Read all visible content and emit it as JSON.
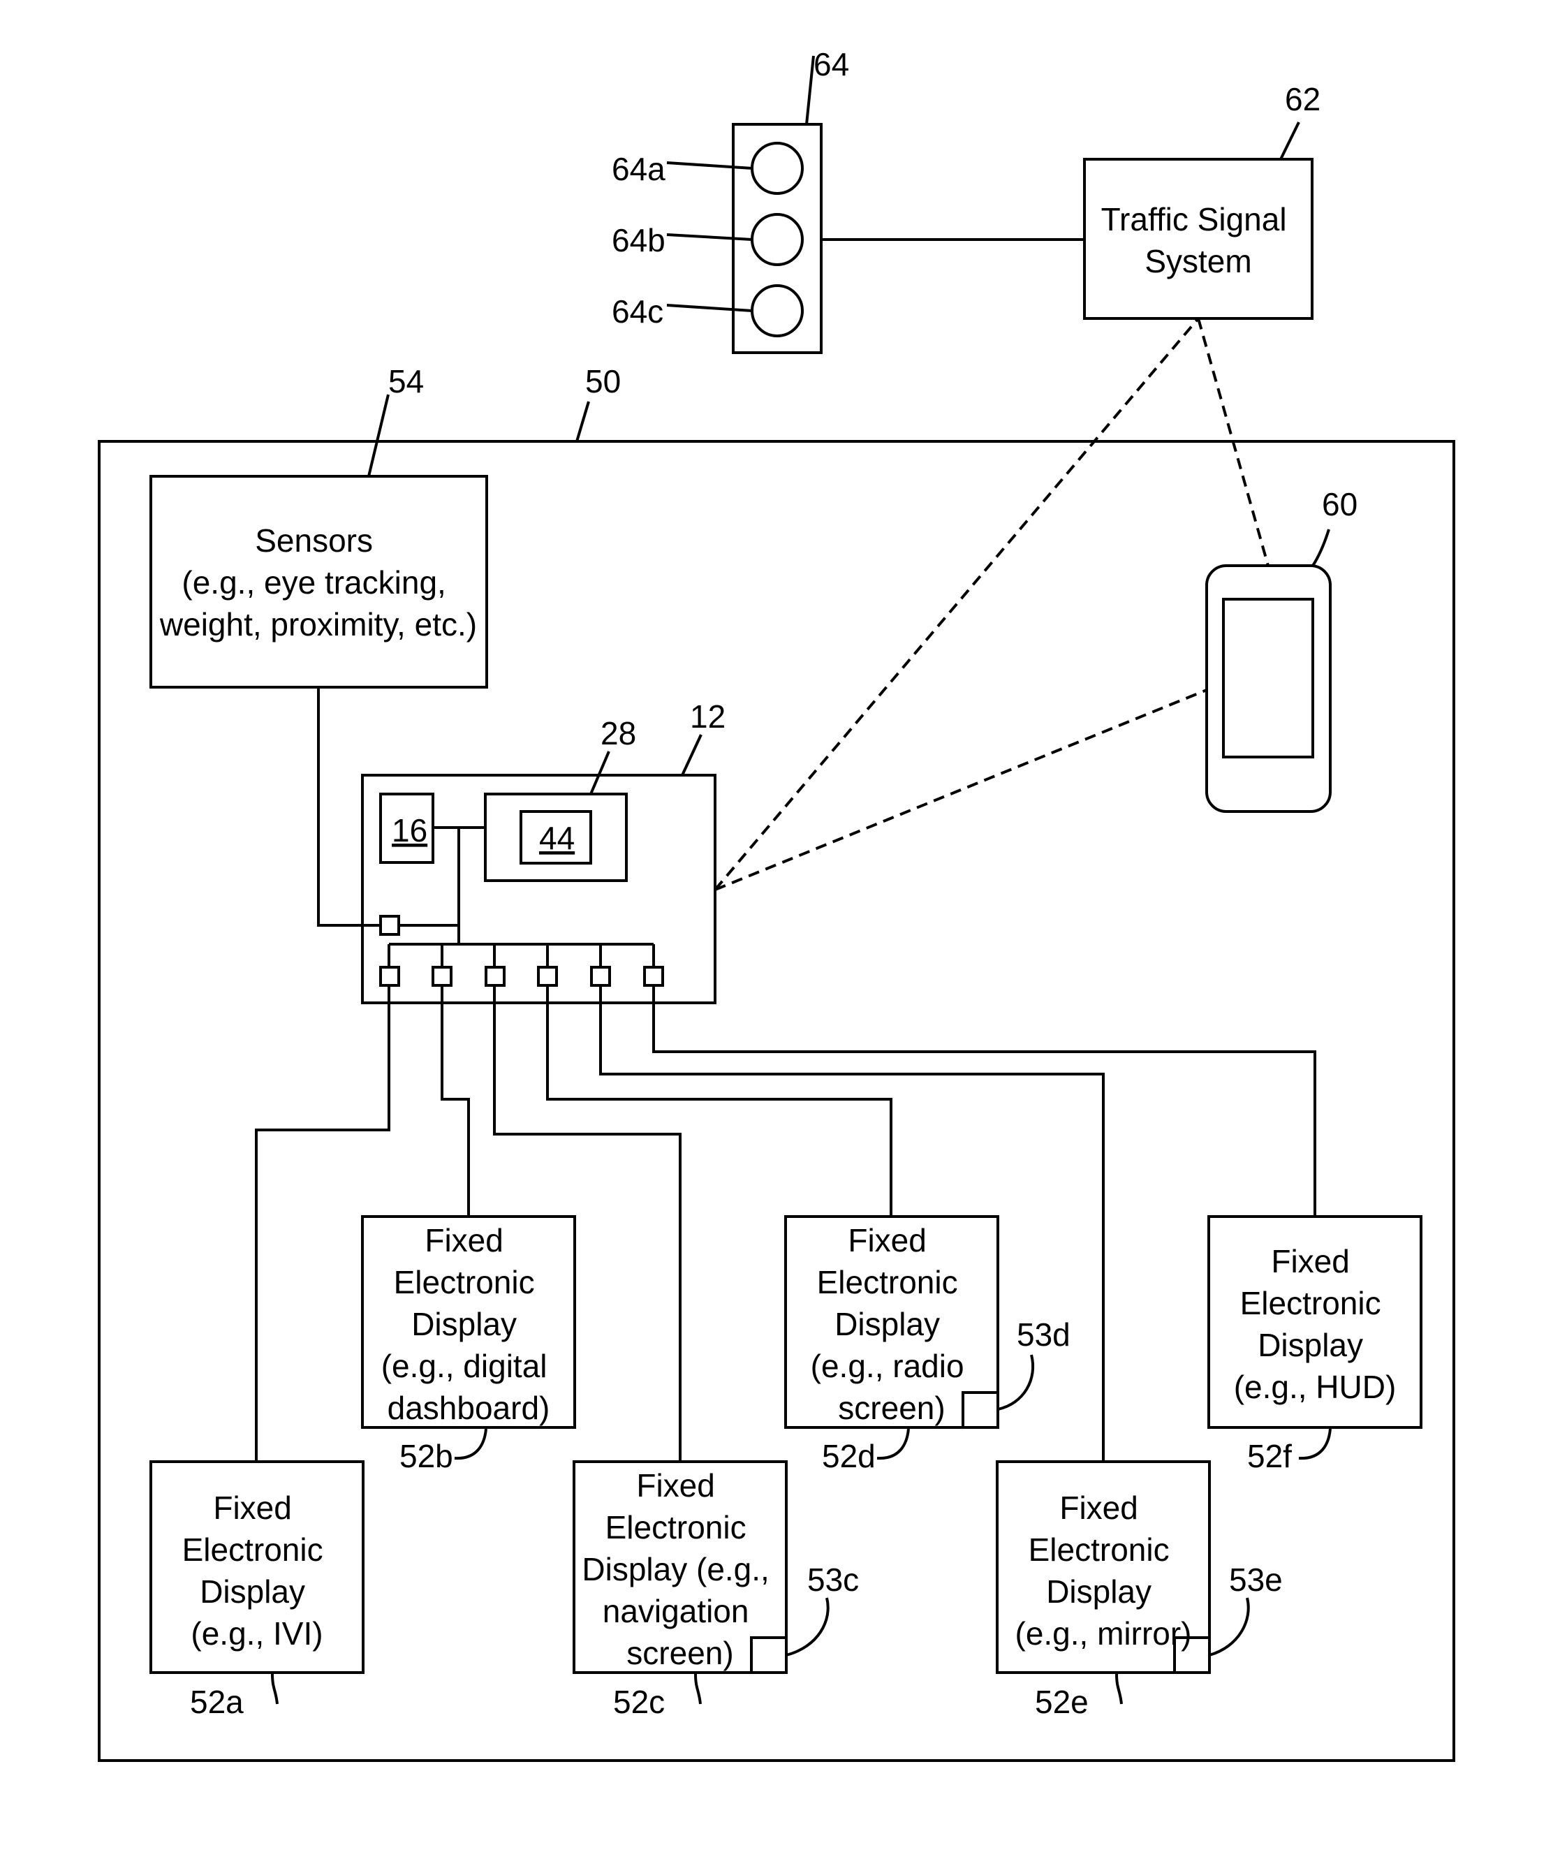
{
  "figure": {
    "labels": {
      "traffic_light": "64",
      "light_a": "64a",
      "light_b": "64b",
      "light_c": "64c",
      "traffic_system": "62",
      "sensors": "54",
      "vehicle": "50",
      "mobile_device": "60",
      "controller": "12",
      "module": "28",
      "processor": "16",
      "sub_module": "44",
      "display_a": "52a",
      "display_b": "52b",
      "display_c": "52c",
      "display_d": "52d",
      "display_e": "52e",
      "display_f": "52f",
      "indicator_c": "53c",
      "indicator_d": "53d",
      "indicator_e": "53e"
    },
    "traffic_signal_system": [
      "Traffic Signal",
      "System"
    ],
    "sensors_box": [
      "Sensors",
      "(e.g., eye tracking,",
      "weight, proximity, etc.)"
    ],
    "display_a": [
      "Fixed",
      "Electronic",
      "Display",
      "(e.g., IVI)"
    ],
    "display_b": [
      "Fixed",
      "Electronic",
      "Display",
      "(e.g., digital",
      "dashboard)"
    ],
    "display_c": [
      "Fixed",
      "Electronic",
      "Display (e.g.,",
      "navigation",
      "screen)"
    ],
    "display_d": [
      "Fixed",
      "Electronic",
      "Display",
      "(e.g., radio",
      "screen)"
    ],
    "display_e": [
      "Fixed",
      "Electronic",
      "Display",
      "(e.g., mirror)"
    ],
    "display_f": [
      "Fixed",
      "Electronic",
      "Display",
      "(e.g., HUD)"
    ]
  }
}
